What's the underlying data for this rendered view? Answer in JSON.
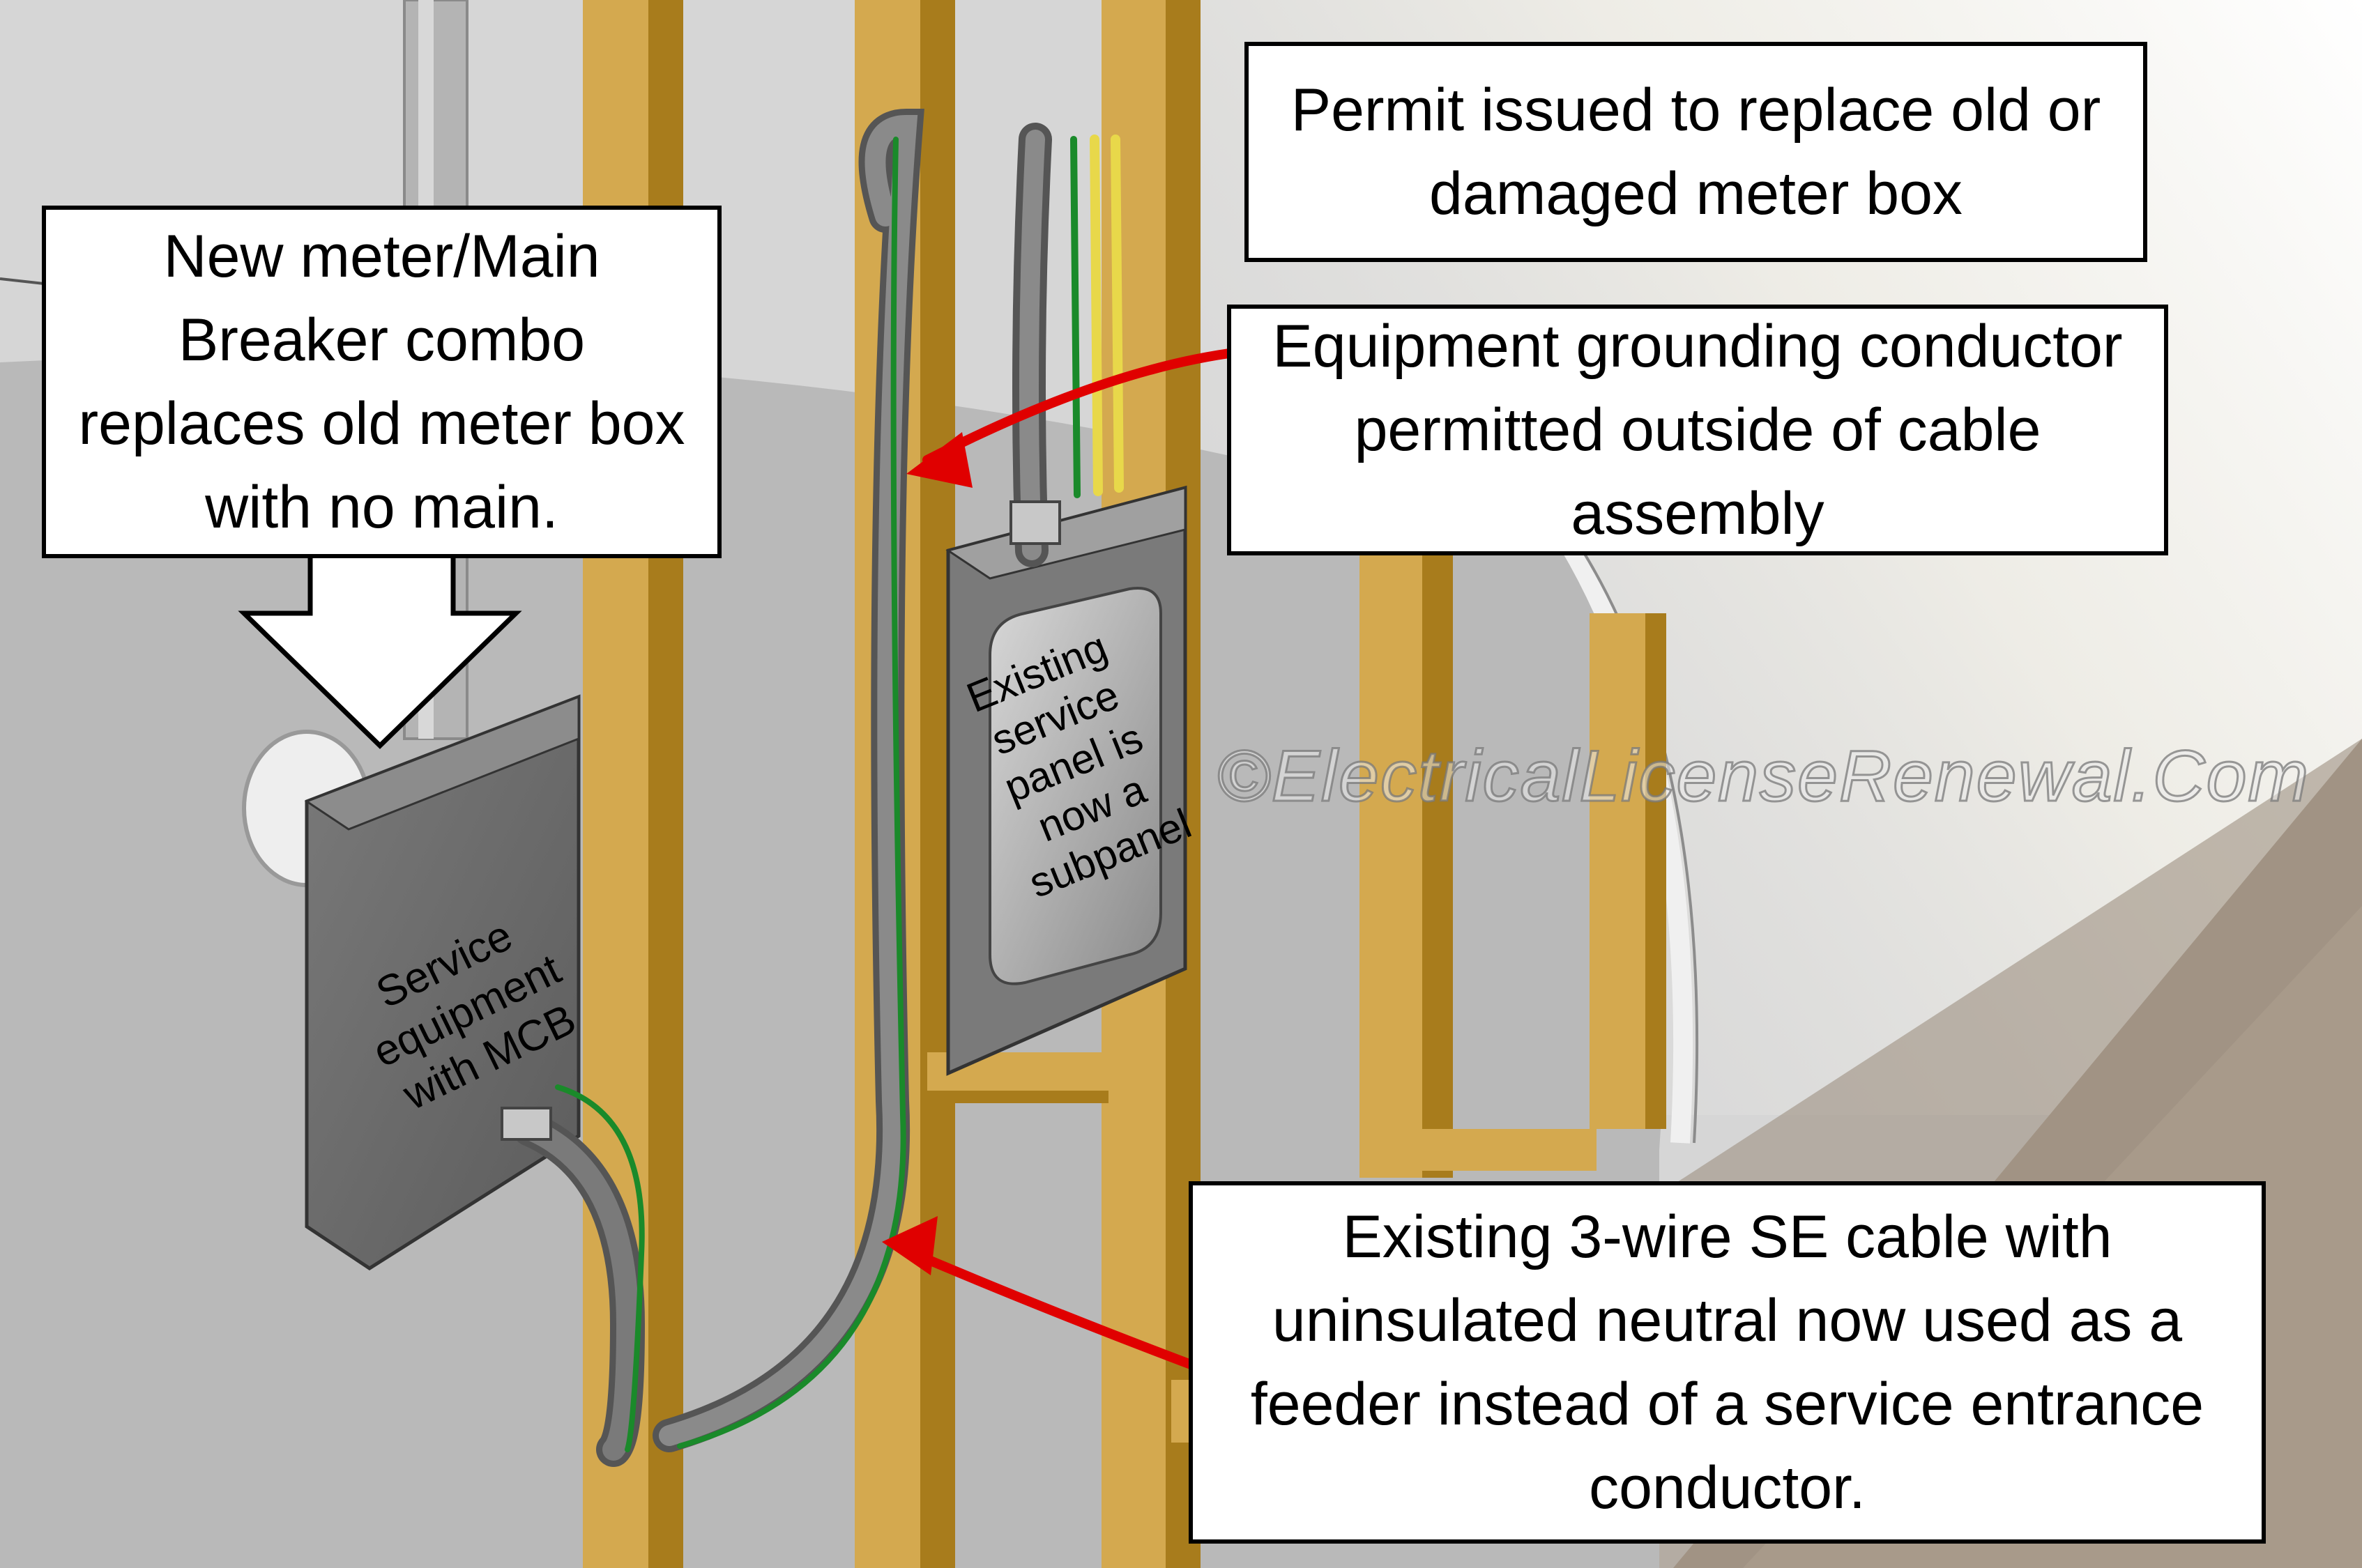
{
  "callouts": {
    "permit": "Permit issued to replace old or damaged meter box",
    "new_meter": "New meter/Main Breaker combo replaces old meter box with no main.",
    "grounding": "Equipment grounding conductor permitted outside of cable assembly",
    "se_cable": "Existing 3-wire SE cable with uninsulated neutral now used as a feeder instead of a service entrance conductor."
  },
  "labels": {
    "service_equipment": "Service\nequipment\nwith MCB",
    "existing_panel": "Existing\nservice\npanel is\nnow a\nsubpanel"
  },
  "watermark": "©ElectricalLicenseRenewal.Com",
  "colors": {
    "stud": "#d4a94f",
    "stud_shadow": "#a87c1c",
    "drywall": "#c9c9c9",
    "panel": "#6f6f6f",
    "cable": "#707070",
    "ground_wire": "#1a8a2a",
    "conductor_yellow": "#e8d84a",
    "arrow": "#e00000"
  }
}
